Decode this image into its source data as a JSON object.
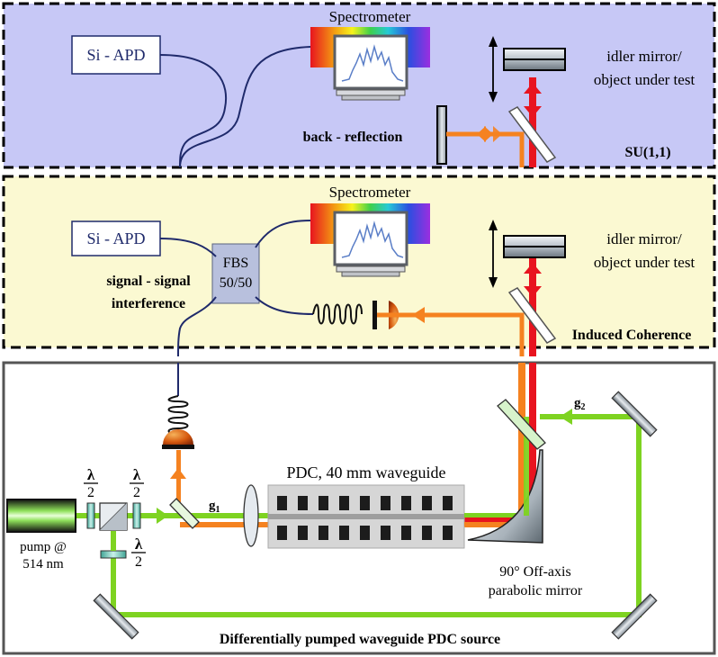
{
  "panels": {
    "su11": {
      "title": "SU(1,1)",
      "detector": "Si - APD",
      "spectrometer": "Spectrometer",
      "annotation": "back - reflection",
      "idler_line1": "idler mirror/",
      "idler_line2": "object under test",
      "background": "#c7c8f6"
    },
    "induced": {
      "title": "Induced Coherence",
      "detector": "Si - APD",
      "spectrometer": "Spectrometer",
      "fbs_line1": "FBS",
      "fbs_line2": "50/50",
      "annotation_line1": "signal - signal",
      "annotation_line2": "interference",
      "idler_line1": "idler mirror/",
      "idler_line2": "object under test",
      "background": "#fbf9d2"
    },
    "source": {
      "title": "Differentially pumped waveguide PDC source",
      "pump_line1": "pump @",
      "pump_line2": "514 nm",
      "waveguide_label": "PDC, 40 mm waveguide",
      "parabolic_line1": "90° Off-axis",
      "parabolic_line2": "parabolic mirror",
      "g1": "g",
      "g1_sub": "1",
      "g2": "g",
      "g2_sub": "2",
      "waveplate_num": "λ",
      "waveplate_den": "2"
    }
  },
  "colors": {
    "pump": "#7ed321",
    "signal": "#f58220",
    "idler": "#e8141f",
    "fiber": "#1f2a6b"
  }
}
